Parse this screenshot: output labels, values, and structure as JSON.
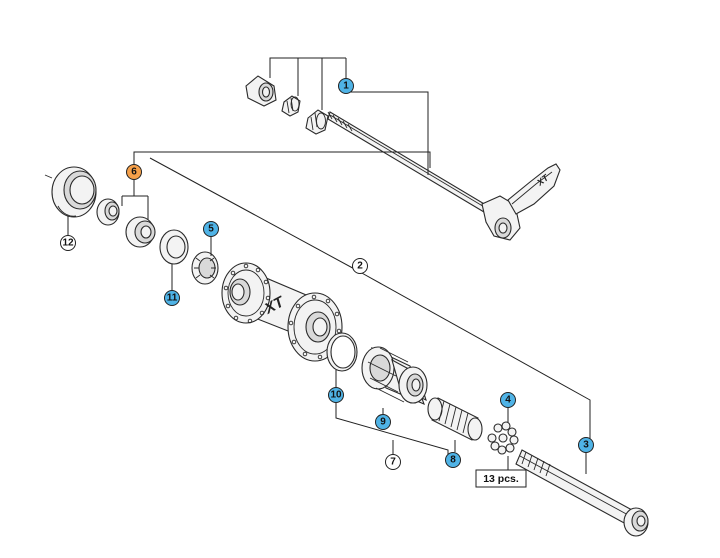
{
  "colors": {
    "callout_blue": "#4fb3e6",
    "callout_orange": "#f5a04a",
    "callout_plain": "#ffffff",
    "line": "#222222"
  },
  "callouts": [
    {
      "id": "c1",
      "label": "1",
      "style": "blue"
    },
    {
      "id": "c2",
      "label": "2",
      "style": "plain"
    },
    {
      "id": "c3",
      "label": "3",
      "style": "blue"
    },
    {
      "id": "c4",
      "label": "4",
      "style": "blue"
    },
    {
      "id": "c5",
      "label": "5",
      "style": "blue"
    },
    {
      "id": "c6",
      "label": "6",
      "style": "orange"
    },
    {
      "id": "c7",
      "label": "7",
      "style": "plain"
    },
    {
      "id": "c8",
      "label": "8",
      "style": "blue"
    },
    {
      "id": "c9",
      "label": "9",
      "style": "blue"
    },
    {
      "id": "c10",
      "label": "10",
      "style": "blue"
    },
    {
      "id": "c11",
      "label": "11",
      "style": "blue"
    },
    {
      "id": "c12",
      "label": "12",
      "style": "plain"
    }
  ],
  "quantity_label": "13 pcs.",
  "hub_logo": "XT",
  "skewer_logo": "XT"
}
